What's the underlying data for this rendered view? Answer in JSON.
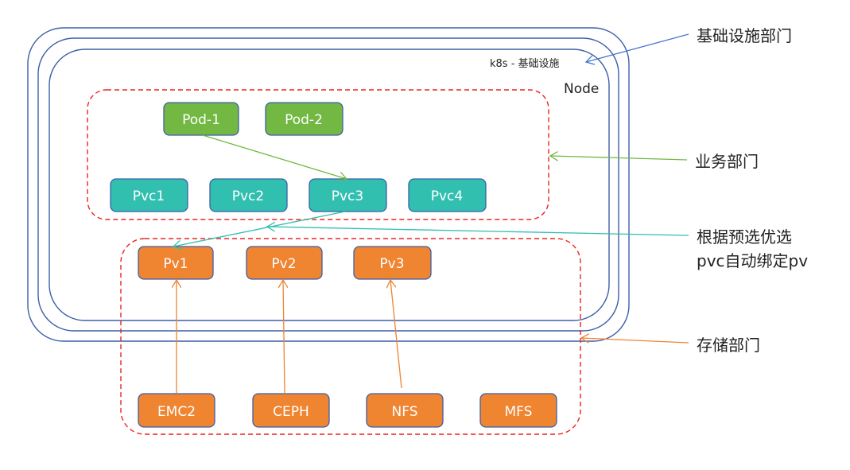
{
  "colors": {
    "node_border": "#3e5fa8",
    "dashed_border": "#ee2222",
    "pod_fill": "#72b843",
    "pvc_fill": "#31bfb0",
    "pv_fill": "#ef8431",
    "box_stroke": "#3e5fa8",
    "arrow_infra": "#4a76d0",
    "arrow_business": "#72b843",
    "arrow_pvc": "#31bfb0",
    "arrow_storage": "#ef8431"
  },
  "node_group": {
    "infra_label": "k8s - 基础设施",
    "node_label": "Node"
  },
  "business": {
    "pods": [
      {
        "label": "Pod-1"
      },
      {
        "label": "Pod-2"
      }
    ],
    "pvcs": [
      {
        "label": "Pvc1"
      },
      {
        "label": "Pvc2"
      },
      {
        "label": "Pvc3"
      },
      {
        "label": "Pvc4"
      }
    ]
  },
  "storage": {
    "pvs": [
      {
        "label": "Pv1"
      },
      {
        "label": "Pv2"
      },
      {
        "label": "Pv3"
      }
    ],
    "backends": [
      {
        "label": "EMC2"
      },
      {
        "label": "CEPH"
      },
      {
        "label": "NFS"
      },
      {
        "label": "MFS"
      }
    ]
  },
  "annotations": {
    "infra_dept": "基础设施部门",
    "business_dept": "业务部门",
    "binding_line1": "根据预选优选",
    "binding_line2": "pvc自动绑定pv",
    "storage_dept": "存储部门"
  },
  "connections": [
    {
      "from": "Pod-1",
      "to": "Pvc3"
    },
    {
      "from": "Pvc3",
      "to": "Pv1"
    },
    {
      "from": "EMC2",
      "to": "Pv1"
    },
    {
      "from": "CEPH",
      "to": "Pv2"
    },
    {
      "from": "NFS",
      "to": "Pv3"
    }
  ]
}
